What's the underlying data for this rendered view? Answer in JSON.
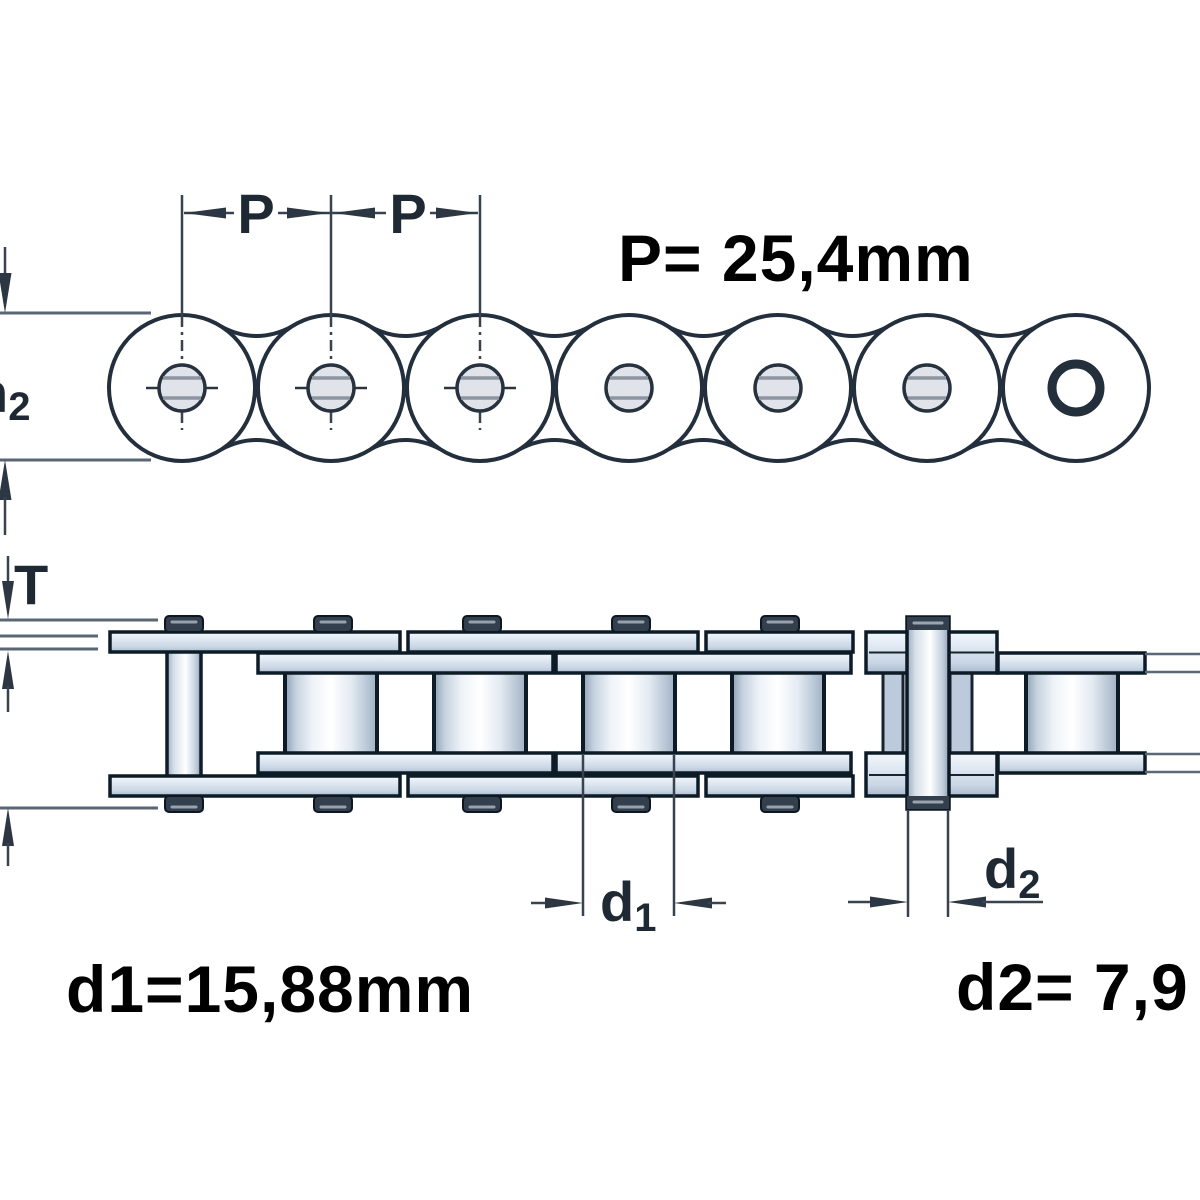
{
  "diagram": {
    "type": "roller-chain engineering drawing",
    "views": [
      "chain plan view (link plates and pins)",
      "chain side view (plates, rollers, pins in section)"
    ],
    "annotations": {
      "pitch_label": "P",
      "pitch_value": "P= 25,4mm",
      "thickness_label": "T",
      "roller_dim": {
        "letter": "d",
        "sub": "1"
      },
      "pin_dim": {
        "letter": "d",
        "sub": "2"
      },
      "plate_height_dim": {
        "letter": "h",
        "sub": "2"
      },
      "roller_value": "d1=15,88mm",
      "pin_value": "d2= 7,9"
    },
    "colors": {
      "background": "#ffffff",
      "outline": "#232f3c",
      "plate_light": "#dde6f1",
      "plate_dark": "#a9bacd",
      "dimension_line": "#39434f",
      "value_text": "#000000"
    }
  }
}
